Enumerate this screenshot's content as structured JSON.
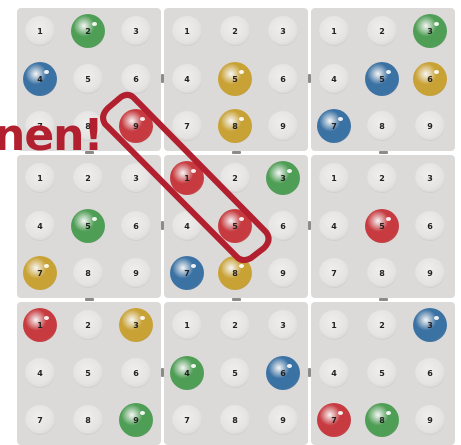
{
  "slogan": "nen!",
  "ball_colors": {
    "green": "#4f9e56",
    "blue": "#3b72a4",
    "red": "#c73b40",
    "yellow": "#c9a235"
  },
  "highlight_color": "#b21f2e",
  "boards": [
    {
      "name": "top-left",
      "cells": [
        {
          "num": "1",
          "ball": null
        },
        {
          "num": "2",
          "ball": "green"
        },
        {
          "num": "3",
          "ball": null
        },
        {
          "num": "4",
          "ball": "blue"
        },
        {
          "num": "5",
          "ball": null
        },
        {
          "num": "6",
          "ball": null
        },
        {
          "num": "7",
          "ball": null
        },
        {
          "num": "8",
          "ball": null
        },
        {
          "num": "9",
          "ball": "red"
        }
      ]
    },
    {
      "name": "top-middle",
      "cells": [
        {
          "num": "1",
          "ball": null
        },
        {
          "num": "2",
          "ball": null
        },
        {
          "num": "3",
          "ball": null
        },
        {
          "num": "4",
          "ball": null
        },
        {
          "num": "5",
          "ball": "yellow"
        },
        {
          "num": "6",
          "ball": null
        },
        {
          "num": "7",
          "ball": null
        },
        {
          "num": "8",
          "ball": "yellow"
        },
        {
          "num": "9",
          "ball": null
        }
      ]
    },
    {
      "name": "top-right",
      "cells": [
        {
          "num": "1",
          "ball": null
        },
        {
          "num": "2",
          "ball": null
        },
        {
          "num": "3",
          "ball": "green"
        },
        {
          "num": "4",
          "ball": null
        },
        {
          "num": "5",
          "ball": "blue"
        },
        {
          "num": "6",
          "ball": "yellow"
        },
        {
          "num": "7",
          "ball": "blue"
        },
        {
          "num": "8",
          "ball": null
        },
        {
          "num": "9",
          "ball": null
        }
      ]
    },
    {
      "name": "middle-left",
      "cells": [
        {
          "num": "1",
          "ball": null
        },
        {
          "num": "2",
          "ball": null
        },
        {
          "num": "3",
          "ball": null
        },
        {
          "num": "4",
          "ball": null
        },
        {
          "num": "5",
          "ball": "green"
        },
        {
          "num": "6",
          "ball": null
        },
        {
          "num": "7",
          "ball": "yellow"
        },
        {
          "num": "8",
          "ball": null
        },
        {
          "num": "9",
          "ball": null
        }
      ]
    },
    {
      "name": "center",
      "cells": [
        {
          "num": "1",
          "ball": "red"
        },
        {
          "num": "2",
          "ball": null
        },
        {
          "num": "3",
          "ball": "green"
        },
        {
          "num": "4",
          "ball": null
        },
        {
          "num": "5",
          "ball": "red"
        },
        {
          "num": "6",
          "ball": null
        },
        {
          "num": "7",
          "ball": "blue"
        },
        {
          "num": "8",
          "ball": "yellow"
        },
        {
          "num": "9",
          "ball": null
        }
      ]
    },
    {
      "name": "middle-right",
      "cells": [
        {
          "num": "1",
          "ball": null
        },
        {
          "num": "2",
          "ball": null
        },
        {
          "num": "3",
          "ball": null
        },
        {
          "num": "4",
          "ball": null
        },
        {
          "num": "5",
          "ball": "red"
        },
        {
          "num": "6",
          "ball": null
        },
        {
          "num": "7",
          "ball": null
        },
        {
          "num": "8",
          "ball": null
        },
        {
          "num": "9",
          "ball": null
        }
      ]
    },
    {
      "name": "bottom-left",
      "cells": [
        {
          "num": "1",
          "ball": "red"
        },
        {
          "num": "2",
          "ball": null
        },
        {
          "num": "3",
          "ball": "yellow"
        },
        {
          "num": "4",
          "ball": null
        },
        {
          "num": "5",
          "ball": null
        },
        {
          "num": "6",
          "ball": null
        },
        {
          "num": "7",
          "ball": null
        },
        {
          "num": "8",
          "ball": null
        },
        {
          "num": "9",
          "ball": "green"
        }
      ]
    },
    {
      "name": "bottom-middle",
      "cells": [
        {
          "num": "1",
          "ball": null
        },
        {
          "num": "2",
          "ball": null
        },
        {
          "num": "3",
          "ball": null
        },
        {
          "num": "4",
          "ball": "green"
        },
        {
          "num": "5",
          "ball": null
        },
        {
          "num": "6",
          "ball": "blue"
        },
        {
          "num": "7",
          "ball": null
        },
        {
          "num": "8",
          "ball": null
        },
        {
          "num": "9",
          "ball": null
        }
      ]
    },
    {
      "name": "bottom-right",
      "cells": [
        {
          "num": "1",
          "ball": null
        },
        {
          "num": "2",
          "ball": null
        },
        {
          "num": "3",
          "ball": "blue"
        },
        {
          "num": "4",
          "ball": null
        },
        {
          "num": "5",
          "ball": null
        },
        {
          "num": "6",
          "ball": null
        },
        {
          "num": "7",
          "ball": "red"
        },
        {
          "num": "8",
          "ball": "green"
        },
        {
          "num": "9",
          "ball": null
        }
      ]
    }
  ]
}
